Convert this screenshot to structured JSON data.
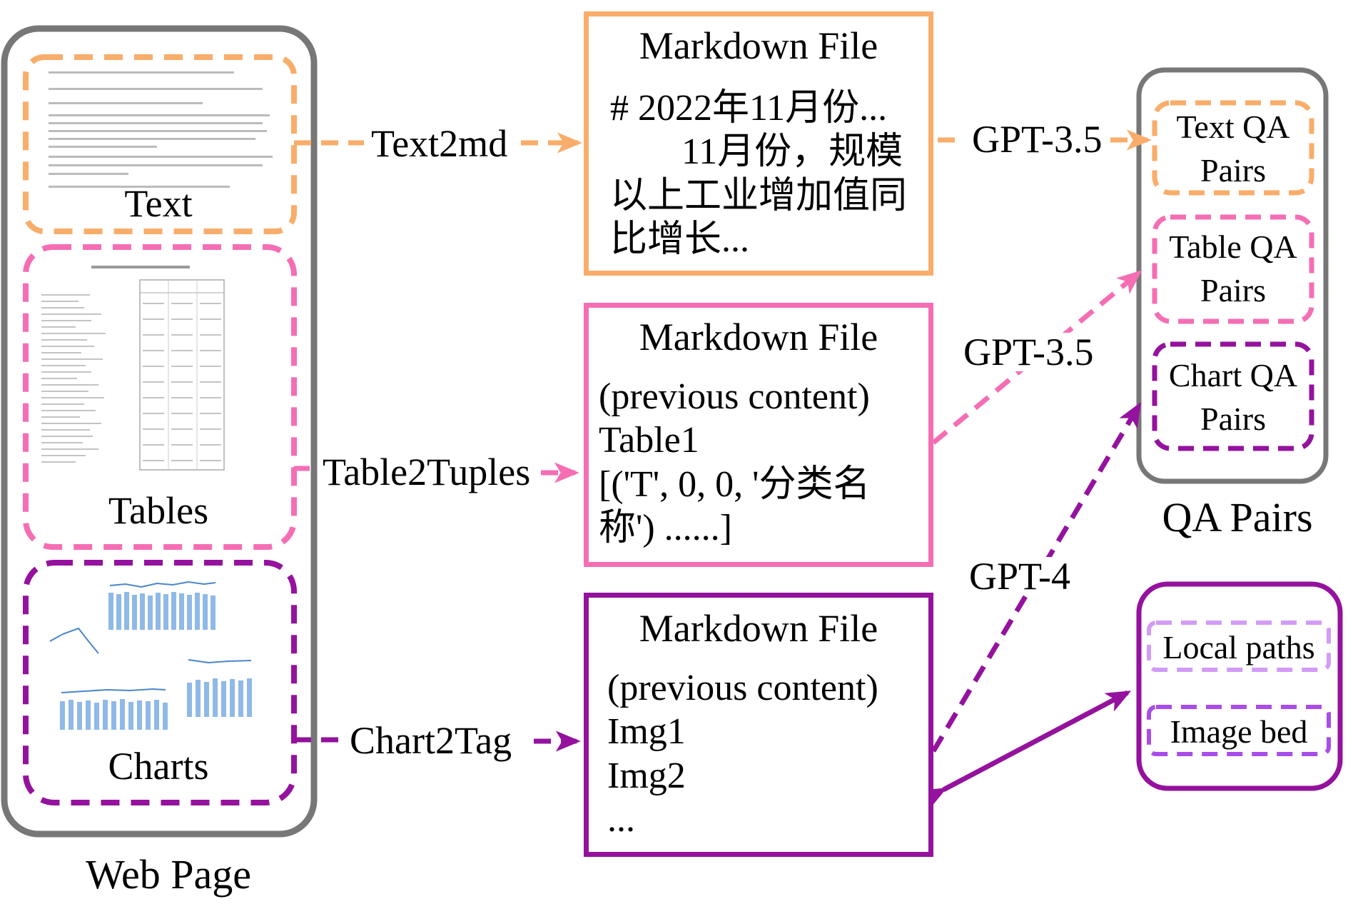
{
  "web_page": {
    "label": "Web Page",
    "sections": {
      "text": "Text",
      "tables": "Tables",
      "charts": "Charts"
    }
  },
  "converters": {
    "text": "Text2md",
    "tables": "Table2Tuples",
    "charts": "Chart2Tag"
  },
  "markdown_files": [
    {
      "title": "Markdown File",
      "lines": [
        "# 2022年11月份...",
        "11月份，规模",
        "以上工业增加值同",
        "比增长..."
      ]
    },
    {
      "title": "Markdown File",
      "lines": [
        "(previous content)",
        "Table1",
        "[('T', 0, 0, '分类名",
        "称') ......]"
      ]
    },
    {
      "title": "Markdown File",
      "lines": [
        "(previous content)",
        "Img1",
        "Img2",
        "..."
      ]
    }
  ],
  "models": {
    "text": "GPT-3.5",
    "table": "GPT-3.5",
    "chart": "GPT-4"
  },
  "qa_pairs": {
    "label": "QA Pairs",
    "items": [
      {
        "line1": "Text QA",
        "line2": "Pairs"
      },
      {
        "line1": "Table QA",
        "line2": "Pairs"
      },
      {
        "line1": "Chart QA",
        "line2": "Pairs"
      }
    ]
  },
  "image_storage": {
    "items": [
      "Local paths",
      "Image bed"
    ]
  },
  "colors": {
    "text": "#F9AD6A",
    "table": "#F56EB4",
    "chart": "#94129D",
    "outline": "#777777",
    "local_paths": "#D29BF6",
    "image_bed": "#A84DE9"
  }
}
